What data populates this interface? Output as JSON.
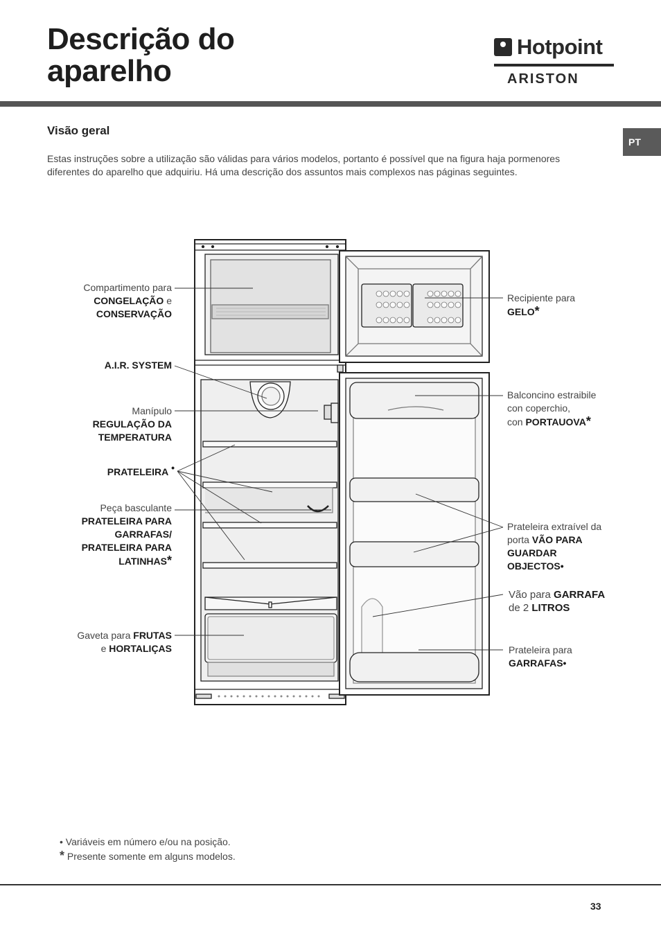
{
  "header": {
    "title_line1": "Descrição do",
    "title_line2": "aparelho",
    "brand_name": "Hotpoint",
    "brand_sub": "ARISTON"
  },
  "lang_tab": "PT",
  "section": {
    "heading": "Visão geral",
    "intro": "Estas instruções sobre a utilização são válidas para vários modelos, portanto é possível que na figura haja pormenores diferentes do aparelho que adquiriu. Há uma descrição dos assuntos mais complexos nas páginas seguintes."
  },
  "labels_left": {
    "freezer": {
      "l1": "Compartimento para",
      "l2a": "CONGELAÇÃO",
      "l2b": " e",
      "l3": "CONSERVAÇÃO"
    },
    "air": {
      "l1": "A.I.R. SYSTEM"
    },
    "knob": {
      "l1": "Manípulo",
      "l2": "REGULAÇÃO DA",
      "l3": "TEMPERATURA"
    },
    "shelf": {
      "l1": "PRATELEIRA",
      "mark": "•"
    },
    "tilt": {
      "l1": "Peça basculante",
      "l2": "PRATELEIRA PARA",
      "l3": "GARRAFAS/",
      "l4": "PRATELEIRA PARA",
      "l5": "LATINHAS",
      "mark": "*"
    },
    "drawer": {
      "l1a": "Gaveta para ",
      "l1b": "FRUTAS",
      "l2a": "e ",
      "l2b": "HORTALIÇAS"
    }
  },
  "labels_right": {
    "ice": {
      "l1": "Recipiente para",
      "l2": "GELO",
      "mark": "*"
    },
    "balcony": {
      "l1": "Balconcino estraibile",
      "l2": "con coperchio,",
      "l3a": "con ",
      "l3b": "PORTAUOVA",
      "mark": "*"
    },
    "door_shelf": {
      "l1": "Prateleira extraível da",
      "l2a": "porta ",
      "l2b": "VÃO PARA",
      "l3": "GUARDAR",
      "l4": "OBJECTOS•"
    },
    "bottle2l": {
      "l1a": "Vão para ",
      "l1b": "GARRAFA",
      "l2a": "de 2 ",
      "l2b": "LITROS"
    },
    "bottle_shelf": {
      "l1": "Prateleira para",
      "l2": "GARRAFAS•"
    }
  },
  "notes": {
    "n1_mark": "•",
    "n1": "Variáveis em número e/ou na posição.",
    "n2_mark": "*",
    "n2": "Presente somente em alguns modelos."
  },
  "page_number": "33"
}
